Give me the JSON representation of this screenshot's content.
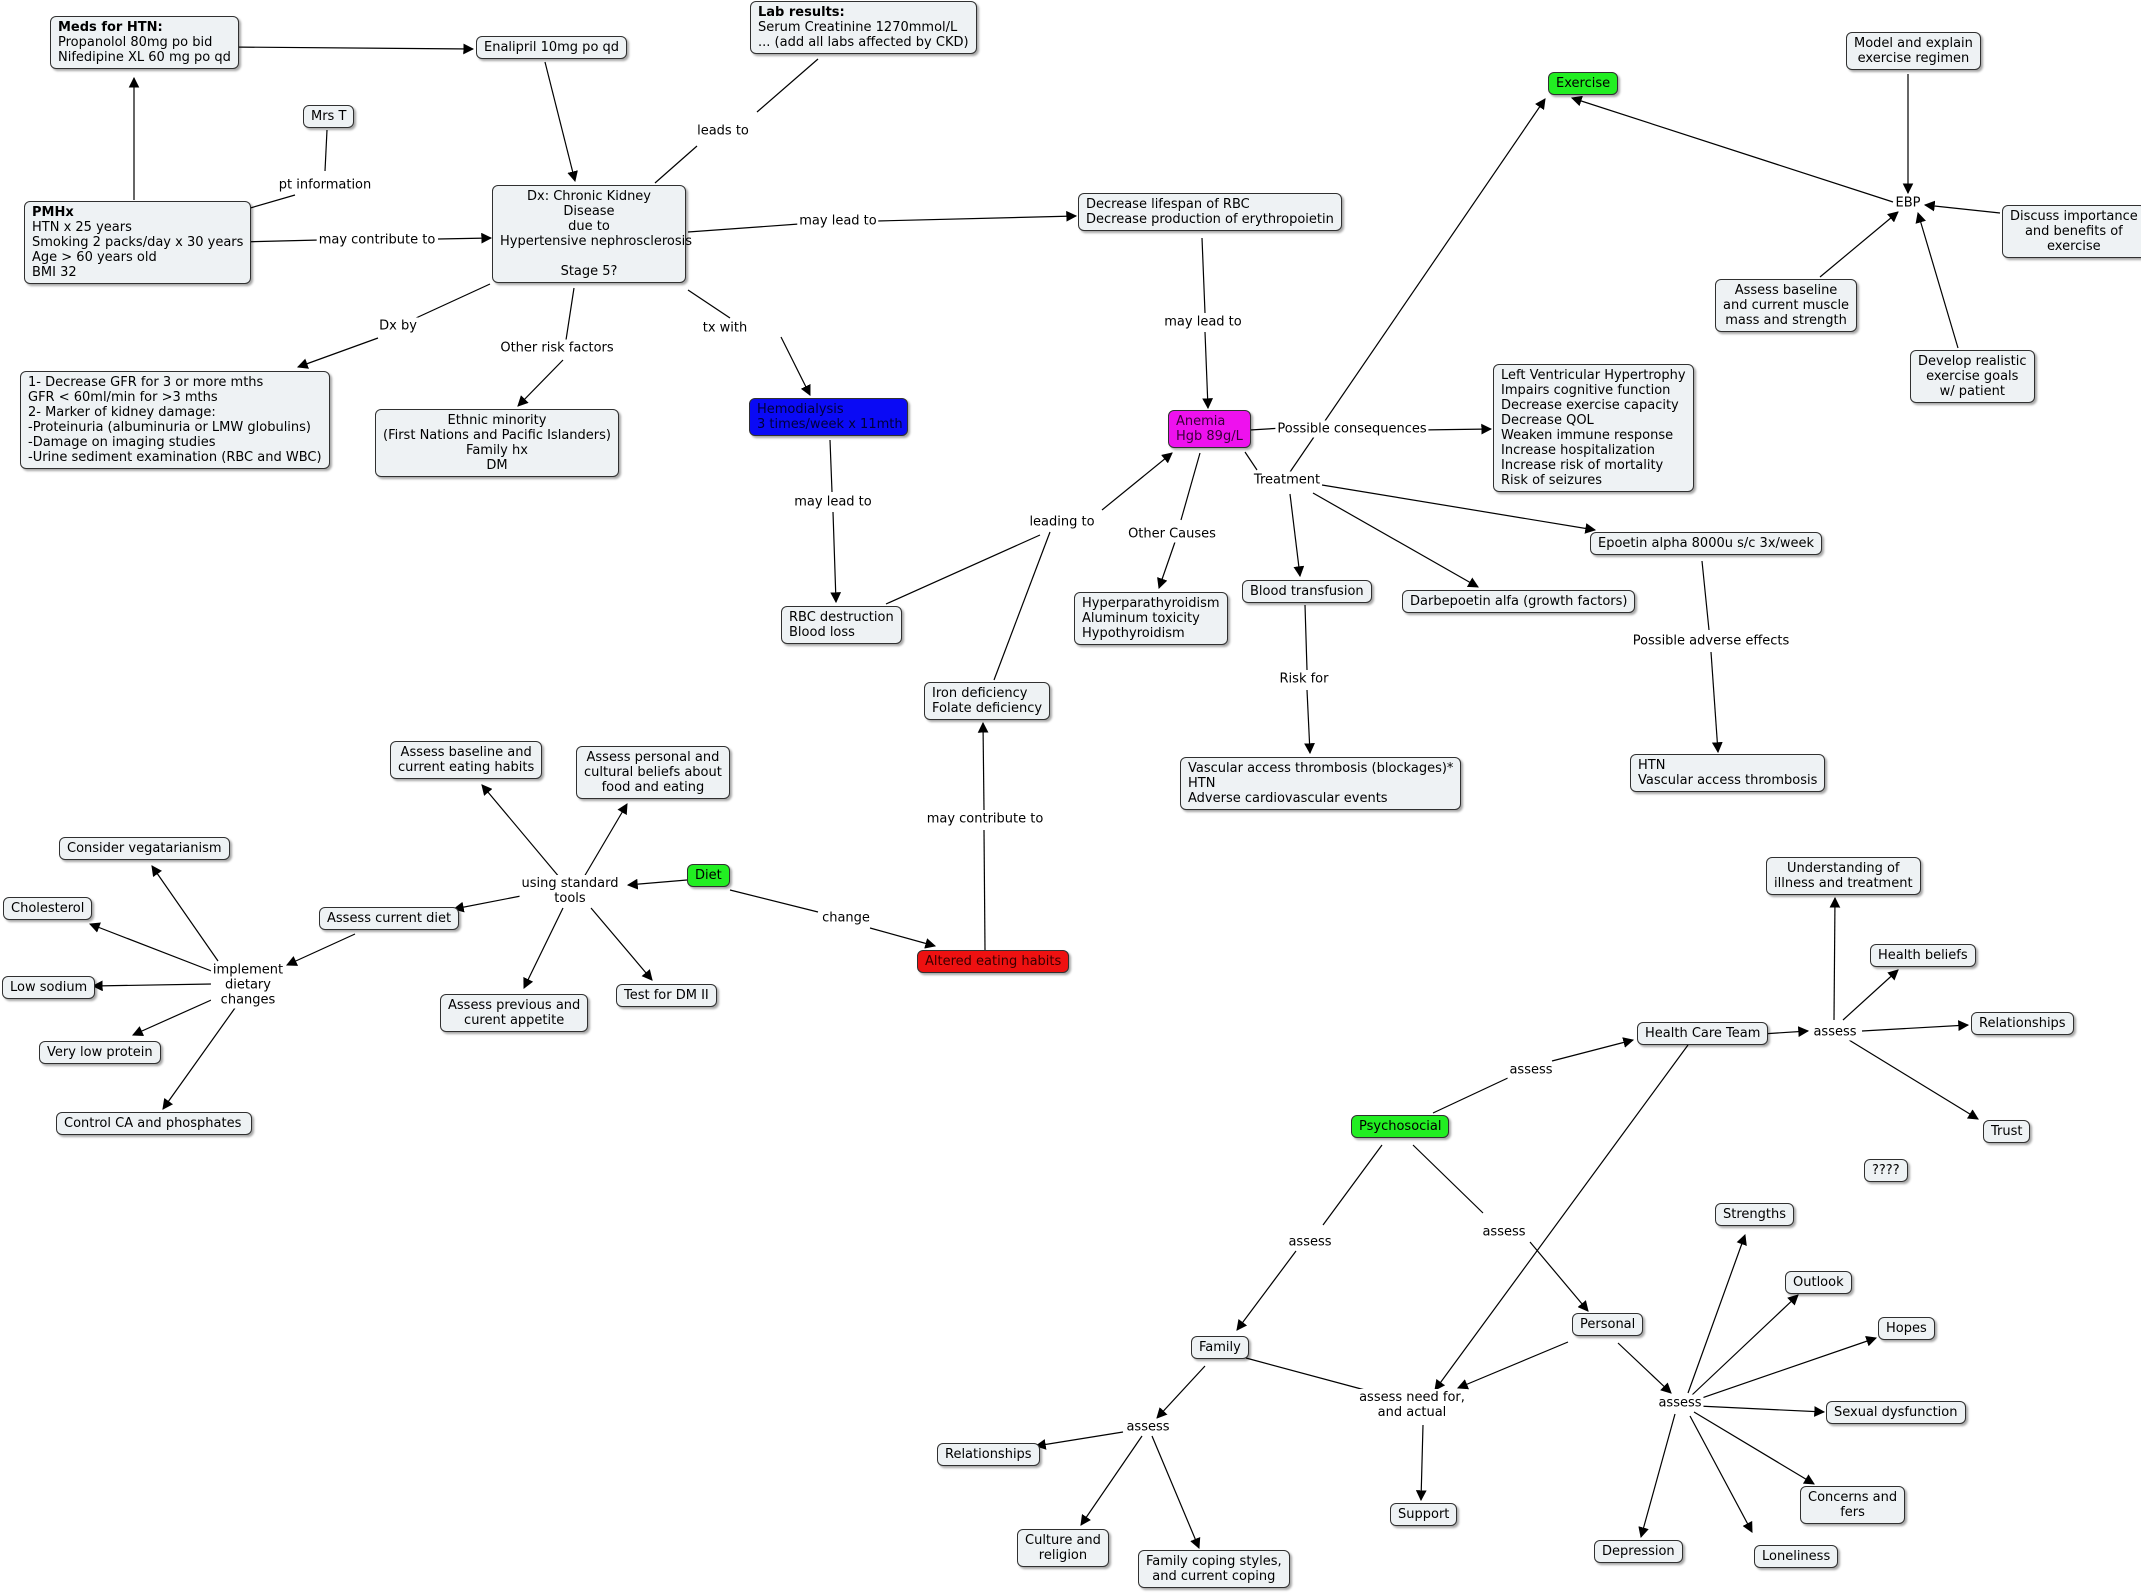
{
  "colors": {
    "node_fill": "#eef2f4",
    "node_border": "#303030",
    "green": "#22ee22",
    "blue": "#0a0af5",
    "magenta": "#ee11ee",
    "red": "#ee1111",
    "line": "#000000"
  },
  "nodes": {
    "meds": {
      "title": "Meds for HTN:",
      "lines": [
        "Propanolol 80mg po bid",
        "Nifedipine XL 60 mg po qd"
      ]
    },
    "enalapril": {
      "lines": [
        "Enalipril 10mg po qd"
      ]
    },
    "lab": {
      "title": "Lab results:",
      "lines": [
        "Serum Creatinine 1270mmol/L",
        "... (add all labs affected by CKD)"
      ]
    },
    "mrst": {
      "lines": [
        "Mrs T"
      ]
    },
    "pmhx": {
      "title": "PMHx",
      "lines": [
        "HTN x 25 years",
        "Smoking 2 packs/day x 30 years",
        "Age > 60 years old",
        "BMI 32"
      ]
    },
    "dx": {
      "lines": [
        "Dx: Chronic Kidney",
        "Disease",
        "due to",
        "Hypertensive nephrosclerosis",
        "",
        "Stage 5?"
      ]
    },
    "rbc_life": {
      "lines": [
        "Decrease lifespan of RBC",
        "Decrease production of erythropoietin"
      ]
    },
    "exercise": {
      "lines": [
        "Exercise"
      ]
    },
    "model": {
      "lines": [
        "Model and explain",
        "exercise regimen"
      ]
    },
    "discuss": {
      "lines": [
        "Discuss importance",
        "and benefits of",
        "exercise"
      ]
    },
    "baseline_muscle": {
      "lines": [
        "Assess baseline",
        "and current muscle",
        "mass and strength"
      ]
    },
    "goals": {
      "lines": [
        "Develop realistic",
        "exercise goals",
        "w/ patient"
      ]
    },
    "gfr": {
      "lines": [
        "1- Decrease GFR for 3 or more mths",
        "GFR < 60ml/min for >3 mths",
        "2- Marker of kidney damage:",
        "-Proteinuria (albuminuria or LMW globulins)",
        "-Damage on imaging studies",
        "-Urine sediment examination (RBC and WBC)"
      ]
    },
    "ethnic": {
      "lines": [
        "Ethnic minority",
        "(First Nations and Pacific Islanders)",
        "Family hx",
        "DM"
      ]
    },
    "hemo": {
      "lines": [
        "Hemodialysis",
        "3 times/week x 11mth"
      ]
    },
    "anemia": {
      "lines": [
        "Anemia",
        "Hgb 89g/L"
      ]
    },
    "lvh": {
      "lines": [
        "Left Ventricular Hypertrophy",
        "Impairs cognitive function",
        "Decrease  exercise capacity",
        "Decrease QOL",
        "Weaken immune response",
        "Increase hospitalization",
        "Increase risk of mortality",
        "Risk of seizures"
      ]
    },
    "rbc_dest": {
      "lines": [
        "RBC destruction",
        "Blood loss"
      ]
    },
    "hyperpara": {
      "lines": [
        "Hyperparathyroidism",
        "Aluminum toxicity",
        "Hypothyroidism"
      ]
    },
    "transfusion": {
      "lines": [
        "Blood transfusion"
      ]
    },
    "darbe": {
      "lines": [
        "Darbepoetin alfa (growth factors)"
      ]
    },
    "epoetin": {
      "lines": [
        "Epoetin alpha 8000u s/c 3x/week"
      ]
    },
    "iron": {
      "lines": [
        "Iron deficiency",
        "Folate deficiency"
      ]
    },
    "vascular": {
      "lines": [
        "Vascular access thrombosis (blockages)*",
        "HTN",
        "Adverse cardiovascular events"
      ]
    },
    "htn_vat": {
      "lines": [
        "HTN",
        "Vascular access thrombosis"
      ]
    },
    "eat_baseline": {
      "lines": [
        "Assess baseline and",
        "current eating habits"
      ]
    },
    "beliefs_food": {
      "lines": [
        "Assess personal and",
        "cultural beliefs about",
        "food and eating"
      ]
    },
    "vegetarian": {
      "lines": [
        "Consider vegatarianism"
      ]
    },
    "cholesterol": {
      "lines": [
        "Cholesterol"
      ]
    },
    "current_diet": {
      "lines": [
        "Assess current diet"
      ]
    },
    "diet": {
      "lines": [
        "Diet"
      ]
    },
    "low_sodium": {
      "lines": [
        "Low sodium"
      ]
    },
    "low_protein": {
      "lines": [
        "Very low protein"
      ]
    },
    "appetite": {
      "lines": [
        "Assess previous and",
        "curent appetite"
      ]
    },
    "dm2": {
      "lines": [
        "Test for DM II"
      ]
    },
    "altered": {
      "lines": [
        "Altered eating habits"
      ]
    },
    "ca": {
      "lines": [
        "Control CA and phosphates"
      ]
    },
    "understanding": {
      "lines": [
        "Understanding of",
        "illness and treatment"
      ]
    },
    "health_beliefs": {
      "lines": [
        "Health beliefs"
      ]
    },
    "hct": {
      "lines": [
        "Health Care Team"
      ]
    },
    "relationships_r": {
      "lines": [
        "Relationships"
      ]
    },
    "trust": {
      "lines": [
        "Trust"
      ]
    },
    "psych": {
      "lines": [
        "Psychosocial"
      ]
    },
    "qmarks": {
      "lines": [
        "????"
      ]
    },
    "strengths": {
      "lines": [
        "Strengths"
      ]
    },
    "outlook": {
      "lines": [
        "Outlook"
      ]
    },
    "hopes": {
      "lines": [
        "Hopes"
      ]
    },
    "personal": {
      "lines": [
        "Personal"
      ]
    },
    "family": {
      "lines": [
        "Family"
      ]
    },
    "sexual": {
      "lines": [
        "Sexual dysfunction"
      ]
    },
    "relationships_l": {
      "lines": [
        "Relationships"
      ]
    },
    "concerns": {
      "lines": [
        "Concerns and",
        "fers"
      ]
    },
    "culture": {
      "lines": [
        "Culture and",
        "religion"
      ]
    },
    "coping": {
      "lines": [
        "Family coping styles,",
        "and current coping"
      ]
    },
    "support": {
      "lines": [
        "Support"
      ]
    },
    "depression": {
      "lines": [
        "Depression"
      ]
    },
    "loneliness": {
      "lines": [
        "Loneliness"
      ]
    }
  },
  "link_labels": {
    "pt_info": "pt information",
    "may_contribute": "may contribute to",
    "leads_to": "leads to",
    "may_lead_1": "may lead to",
    "may_lead_2": "may lead to",
    "may_lead_3": "may lead to",
    "dx_by": "Dx by",
    "other_risk": "Other risk factors",
    "tx_with": "tx with",
    "ebp": "EBP",
    "possible_conseq": "Possible consequences",
    "treatment": "Treatment",
    "leading_to": "leading to",
    "other_causes": "Other Causes",
    "risk_for": "Risk for",
    "adverse": "Possible adverse effects",
    "may_contribute_2": "may contribute to",
    "using_tools": "using standard\ntools",
    "change": "change",
    "implement": "implement\ndietary\nchanges",
    "assess_hct": "assess",
    "assess_r": "assess",
    "assess_fam": "assess",
    "assess_pers": "assess",
    "assess_need": "assess need for,\nand actual",
    "assess_p2": "assess",
    "assess_f2": "assess"
  }
}
